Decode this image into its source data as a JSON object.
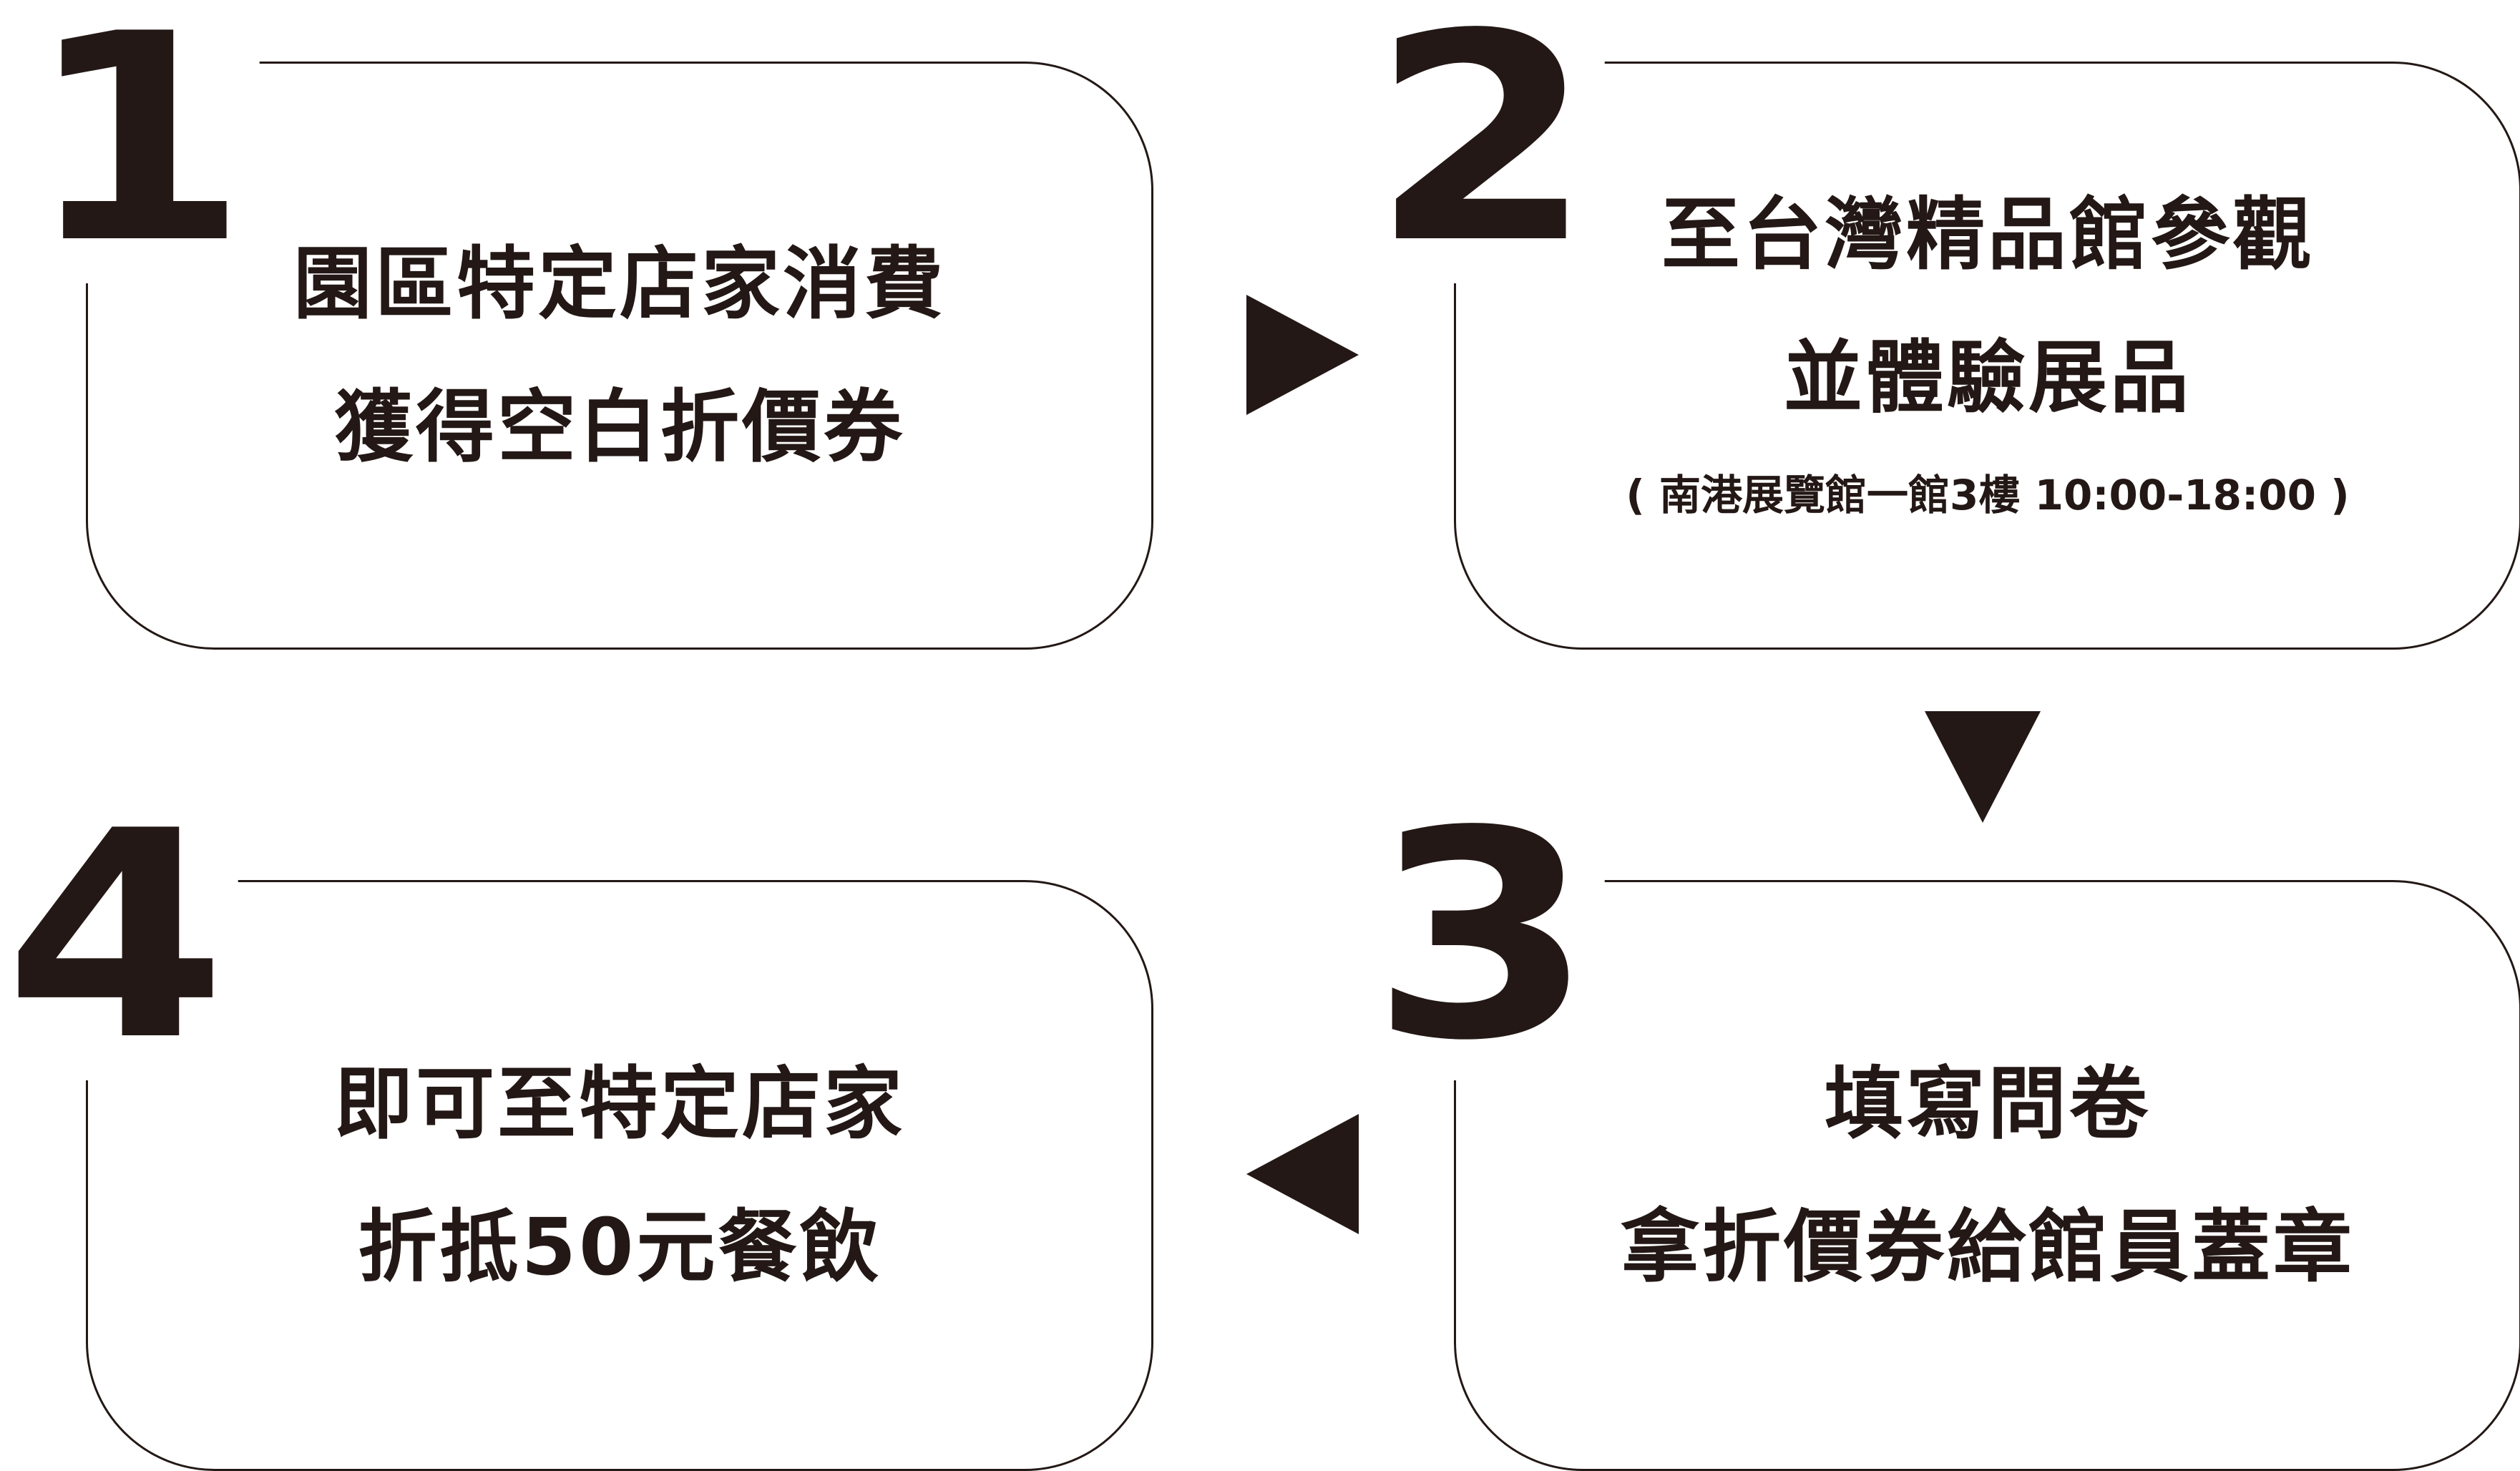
{
  "steps": [
    {
      "number": "1",
      "lines": [
        "園區特定店家消費",
        "獲得空白折價券"
      ]
    },
    {
      "number": "2",
      "lines": [
        "至台灣精品館參觀",
        "並體驗展品"
      ],
      "note": "( 南港展覽館一館3樓  10:00-18:00 )"
    },
    {
      "number": "3",
      "lines": [
        "填寫問卷",
        "拿折價券給館員蓋章"
      ]
    },
    {
      "number": "4",
      "lines": [
        "即可至特定店家",
        "折抵50元餐飲"
      ]
    }
  ],
  "arrows": [
    {
      "direction": "right",
      "from_step": "1",
      "to_step": "2"
    },
    {
      "direction": "down",
      "from_step": "2",
      "to_step": "3"
    },
    {
      "direction": "left",
      "from_step": "3",
      "to_step": "4"
    }
  ],
  "colors": {
    "ink": "#231815",
    "background": "#ffffff"
  }
}
